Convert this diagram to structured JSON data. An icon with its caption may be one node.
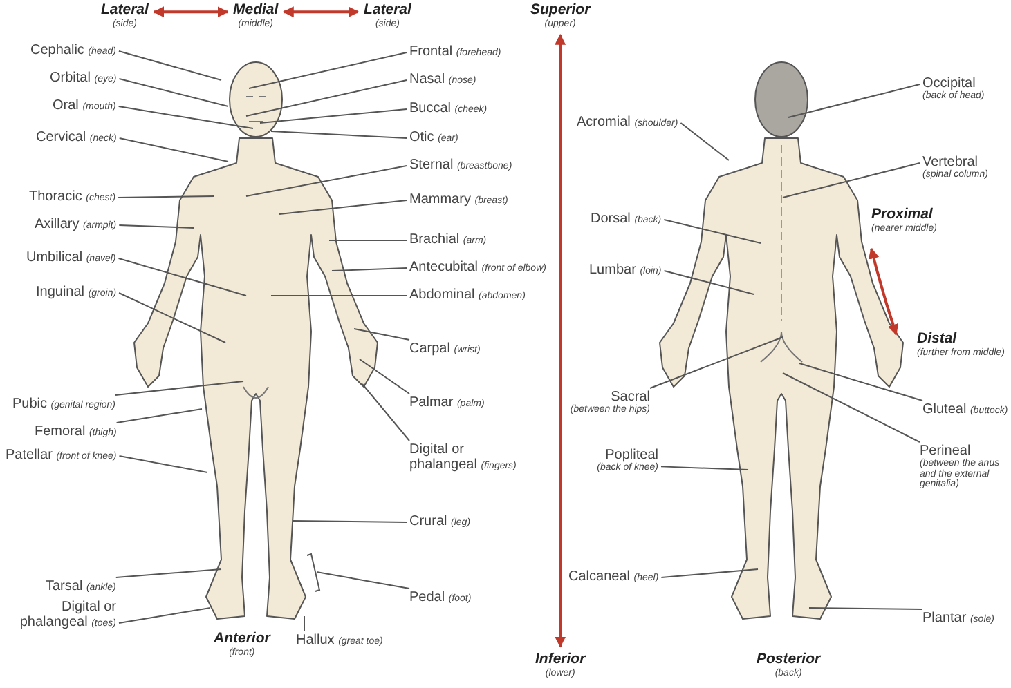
{
  "diagram": {
    "nodes": [
      {
        "text": [
          "Lateral",
          "(side)"
        ]
      },
      {
        "text": [
          "Medial",
          "(middle)"
        ]
      },
      {
        "text": [
          "Lateral",
          "(side)"
        ]
      },
      {
        "text": [
          "Superior",
          "(upper)"
        ]
      },
      {
        "text": [
          "Inferior",
          "(lower)"
        ]
      },
      {
        "text": [
          "Cephalic",
          "(head)"
        ]
      },
      {
        "text": [
          "Orbital",
          "(eye)"
        ]
      },
      {
        "text": [
          "Oral",
          "(mouth)"
        ]
      },
      {
        "text": [
          "Cervical",
          "(neck)"
        ]
      },
      {
        "text": [
          "Thoracic",
          "(chest)"
        ]
      },
      {
        "text": [
          "Axillary",
          "(armpit)"
        ]
      },
      {
        "text": [
          "Umbilical",
          "(navel)"
        ]
      },
      {
        "text": [
          "Inguinal",
          "(groin)"
        ]
      },
      {
        "text": [
          "Pubic",
          "(genital region)"
        ]
      },
      {
        "text": [
          "Femoral",
          "(thigh)"
        ]
      },
      {
        "text": [
          "Patellar",
          "(front of knee)"
        ]
      },
      {
        "text": [
          "Tarsal",
          "(ankle)"
        ]
      },
      {
        "text": [
          "Digital or phalangeal",
          "(toes)"
        ]
      },
      {
        "text": [
          "Frontal",
          "(forehead)"
        ]
      },
      {
        "text": [
          "Nasal",
          "(nose)"
        ]
      },
      {
        "text": [
          "Buccal",
          "(cheek)"
        ]
      },
      {
        "text": [
          "Otic",
          "(ear)"
        ]
      },
      {
        "text": [
          "Sternal",
          "(breastbone)"
        ]
      },
      {
        "text": [
          "Mammary",
          "(breast)"
        ]
      },
      {
        "text": [
          "Brachial",
          "(arm)"
        ]
      },
      {
        "text": [
          "Antecubital",
          "(front of elbow)"
        ]
      },
      {
        "text": [
          "Abdominal",
          "(abdomen)"
        ]
      },
      {
        "text": [
          "Carpal",
          "(wrist)"
        ]
      },
      {
        "text": [
          "Palmar",
          "(palm)"
        ]
      },
      {
        "text": [
          "Digital or phalangeal",
          "(fingers)"
        ]
      },
      {
        "text": [
          "Crural",
          "(leg)"
        ]
      },
      {
        "text": [
          "Pedal",
          "(foot)"
        ]
      },
      {
        "text": [
          "Hallux",
          "(great toe)"
        ]
      },
      {
        "text": [
          "Acromial",
          "(shoulder)"
        ]
      },
      {
        "text": [
          "Dorsal",
          "(back)"
        ]
      },
      {
        "text": [
          "Lumbar",
          "(loin)"
        ]
      },
      {
        "text": [
          "Sacral",
          "(between the hips)"
        ]
      },
      {
        "text": [
          "Popliteal",
          "(back of knee)"
        ]
      },
      {
        "text": [
          "Calcaneal",
          "(heel)"
        ]
      },
      {
        "text": [
          "Occipital",
          "(back of head)"
        ]
      },
      {
        "text": [
          "Vertebral",
          "(spinal column)"
        ]
      },
      {
        "text": [
          "Gluteal",
          "(buttock)"
        ]
      },
      {
        "text": [
          "Perineal",
          "(between the anus and the external genitalia)"
        ]
      },
      {
        "text": [
          "Plantar",
          "(sole)"
        ]
      }
    ],
    "edges": [
      {
        "from": 0,
        "to": 1,
        "arrow": "both",
        "color": "#c0392b"
      },
      {
        "from": 1,
        "to": 2,
        "arrow": "both",
        "color": "#c0392b"
      },
      {
        "from": 3,
        "to": 4,
        "arrow": "both",
        "color": "#c0392b"
      },
      {
        "from": 5,
        "to": null,
        "arrow": "none"
      },
      {
        "from": 6,
        "to": null,
        "arrow": "none"
      },
      {
        "from": 7,
        "to": null,
        "arrow": "none"
      },
      {
        "from": 8,
        "to": null,
        "arrow": "none"
      },
      {
        "from": 9,
        "to": null,
        "arrow": "none"
      },
      {
        "from": 10,
        "to": null,
        "arrow": "none"
      },
      {
        "from": 11,
        "to": null,
        "arrow": "none"
      },
      {
        "from": 12,
        "to": null,
        "arrow": "none"
      },
      {
        "from": 13,
        "to": null,
        "arrow": "none"
      },
      {
        "from": 14,
        "to": null,
        "arrow": "none"
      },
      {
        "from": 15,
        "to": null,
        "arrow": "none"
      },
      {
        "from": 16,
        "to": null,
        "arrow": "none"
      },
      {
        "from": 17,
        "to": null,
        "arrow": "none"
      },
      {
        "from": 18,
        "to": null,
        "arrow": "none"
      },
      {
        "from": 19,
        "to": null,
        "arrow": "none"
      },
      {
        "from": 20,
        "to": null,
        "arrow": "none"
      },
      {
        "from": 21,
        "to": null,
        "arrow": "none"
      },
      {
        "from": 22,
        "to": null,
        "arrow": "none"
      },
      {
        "from": 23,
        "to": null,
        "arrow": "none"
      },
      {
        "from": 24,
        "to": null,
        "arrow": "none"
      },
      {
        "from": 25,
        "to": null,
        "arrow": "none"
      },
      {
        "from": 26,
        "to": null,
        "arrow": "none"
      },
      {
        "from": 27,
        "to": null,
        "arrow": "none"
      },
      {
        "from": 28,
        "to": null,
        "arrow": "none"
      },
      {
        "from": 29,
        "to": null,
        "arrow": "none"
      },
      {
        "from": 30,
        "to": null,
        "arrow": "none"
      },
      {
        "from": 31,
        "to": null,
        "arrow": "none"
      },
      {
        "from": 32,
        "to": null,
        "arrow": "none"
      },
      {
        "from": 33,
        "to": null,
        "arrow": "none"
      },
      {
        "from": 34,
        "to": null,
        "arrow": "none"
      },
      {
        "from": 35,
        "to": null,
        "arrow": "none"
      },
      {
        "from": 36,
        "to": null,
        "arrow": "none"
      },
      {
        "from": 37,
        "to": null,
        "arrow": "none"
      },
      {
        "from": 38,
        "to": null,
        "arrow": "none"
      },
      {
        "from": 39,
        "to": null,
        "arrow": "none"
      },
      {
        "from": 40,
        "to": null,
        "arrow": "none"
      },
      {
        "from": 41,
        "to": null,
        "arrow": "none"
      },
      {
        "from": 42,
        "to": null,
        "arrow": "none"
      },
      {
        "from": 43,
        "to": null,
        "arrow": "none"
      }
    ],
    "labels": [
      "Proximal",
      "(nearer middle)",
      "Distal",
      "(further from middle)",
      "Anterior",
      "(front)",
      "Posterior",
      "(back)"
    ]
  }
}
